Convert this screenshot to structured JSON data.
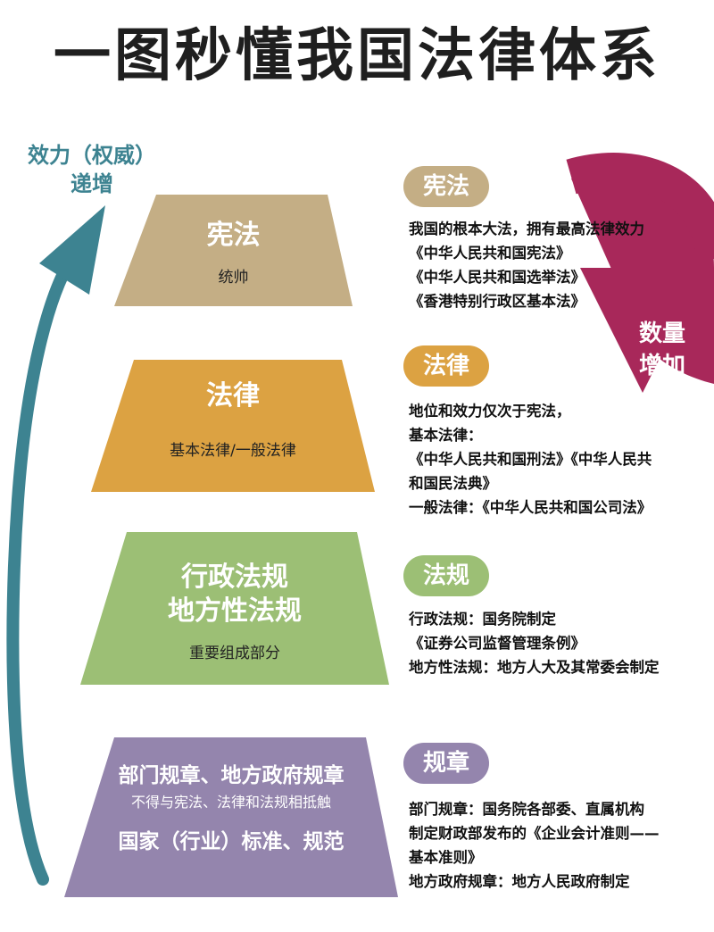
{
  "title": "一图秒懂我国法律体系",
  "axis_label": {
    "line1": "效力（权威）",
    "line2": "递增"
  },
  "count_label": {
    "line1": "数量",
    "line2": "增加"
  },
  "colors": {
    "constitution": "#c4ae85",
    "law": "#dca242",
    "regulation": "#9cbf75",
    "rule": "#9485ad",
    "left_arrow": "#3d8391",
    "right_arrow": "#a8285a"
  },
  "tiers": [
    {
      "title": "宪法",
      "sub": "统帅",
      "tag": "宪法",
      "desc": [
        "我国的根本大法，拥有最高法律效力",
        "《中华人民共和国宪法》",
        "《中华人民共和国选举法》",
        "《香港特别行政区基本法》"
      ]
    },
    {
      "title": "法律",
      "sub": "基本法律/一般法律",
      "tag": "法律",
      "desc": [
        "地位和效力仅次于宪法，",
        "基本法律：",
        "《中华人民共和国刑法》《中华人民共",
        "和国民法典》",
        "一般法律：《中华人民共和国公司法》"
      ]
    },
    {
      "title1": "行政法规",
      "title2": "地方性法规",
      "sub": "重要组成部分",
      "tag": "法规",
      "desc": [
        "行政法规：国务院制定",
        "《证券公司监督管理条例》",
        "地方性法规：地方人大及其常委会制定"
      ]
    },
    {
      "title1": "部门规章、地方政府规章",
      "sub": "不得与宪法、法律和法规相抵触",
      "title2": "国家（行业）标准、规范",
      "tag": "规章",
      "desc": [
        "部门规章：国务院各部委、直属机构",
        "制定财政部发布的《企业会计准则——",
        "基本准则》",
        "地方政府规章：地方人民政府制定"
      ]
    }
  ]
}
